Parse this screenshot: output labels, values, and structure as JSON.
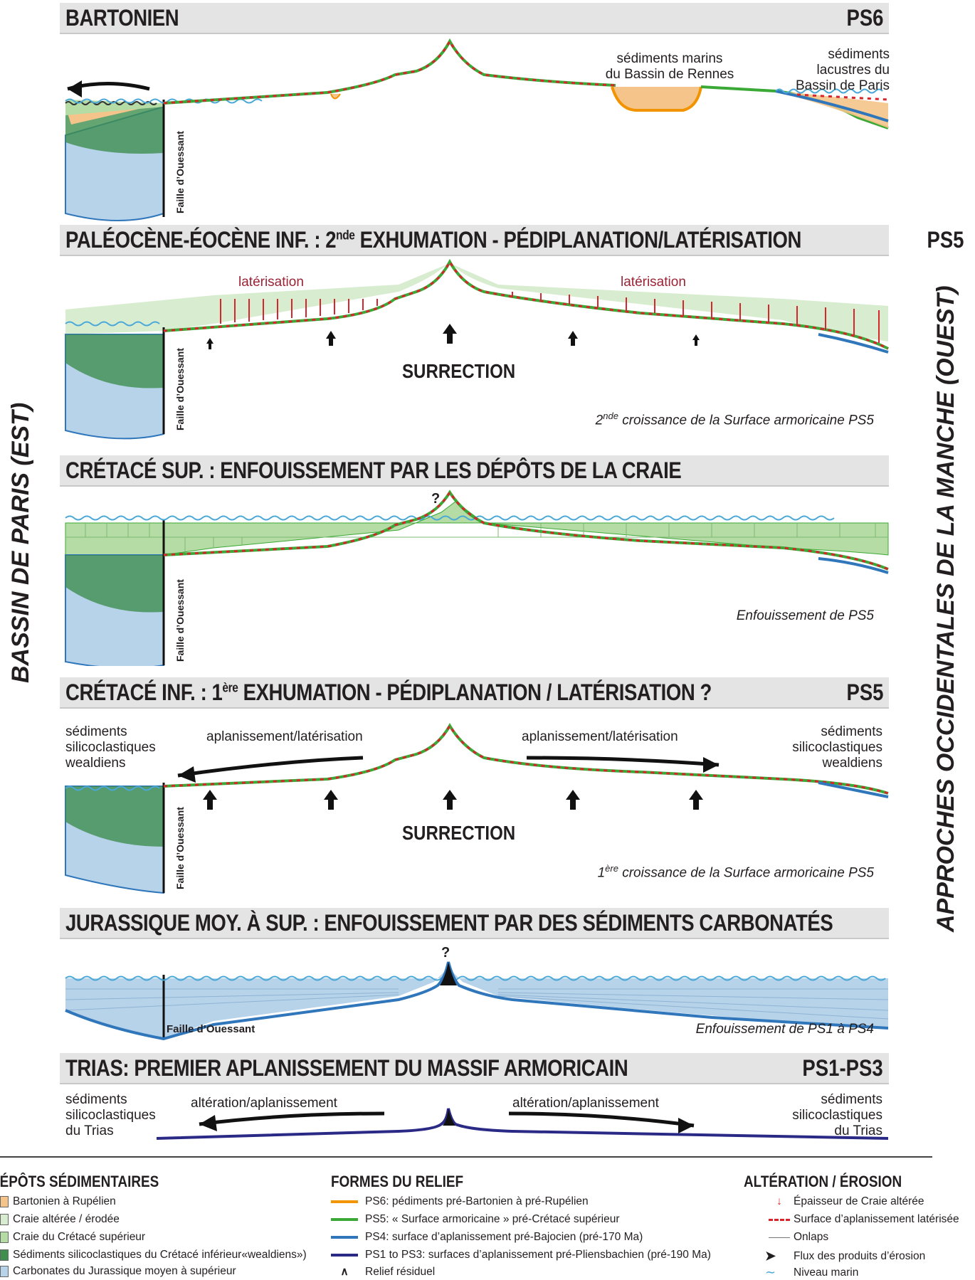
{
  "side_left": "BASSIN DE PARIS (EST)",
  "side_right": "APPROCHES OCCIDENTALES DE LA MANCHE (OUEST)",
  "fault_label": "Faille d’Ouessant",
  "panels": [
    {
      "title": "BARTONIEN",
      "code": "PS6",
      "labels": {
        "rennes": "sédiments marins\ndu Bassin de Rennes",
        "paris": "sédiments\nlacustres du\nBassin de Paris"
      }
    },
    {
      "title_a": "PALÉOCÈNE-ÉOCÈNE INF. : 2",
      "title_sup": "nde",
      "title_b": " EXHUMATION - PÉDIPLANATION/LATÉRISATION",
      "code": "PS5",
      "lat_left": "latérisation",
      "lat_right": "latérisation",
      "uplift": "SURRECTION",
      "caption_a": "2",
      "caption_sup": "nde",
      "caption_b": " croissance de la Surface armoricaine PS5"
    },
    {
      "title": "CRÉTACÉ SUP. : ENFOUISSEMENT PAR LES DÉPÔTS DE LA CRAIE",
      "code": "",
      "question": "?",
      "caption": "Enfouissement de PS5"
    },
    {
      "title_a": "CRÉTACÉ INF. : 1",
      "title_sup": "ère",
      "title_b": " EXHUMATION - PÉDIPLANATION / LATÉRISATION ?",
      "code": "PS5",
      "left_sed": "sédiments\nsilicoclastiques\nwealdiens",
      "right_sed": "sédiments\nsilicoclastiques\nwealdiens",
      "flow_left": "aplanissement/latérisation",
      "flow_right": "aplanissement/latérisation",
      "uplift": "SURRECTION",
      "caption_a": "1",
      "caption_sup": "ère",
      "caption_b": " croissance de la Surface armoricaine PS5"
    },
    {
      "title": "JURASSIQUE MOY. À SUP. : ENFOUISSEMENT PAR DES SÉDIMENTS CARBONATÉS",
      "code": "",
      "question": "?",
      "caption": "Enfouissement de PS1 à PS4"
    },
    {
      "title": "TRIAS: PREMIER APLANISSEMENT DU MASSIF ARMORICAIN",
      "code": "PS1-PS3",
      "left_sed": "sédiments\nsilicoclastiques\ndu Trias",
      "right_sed": "sédiments\nsilicoclastiques\ndu Trias",
      "flow_left": "altération/aplanissement",
      "flow_right": "altération/aplanissement"
    }
  ],
  "legend": {
    "deposits_title": "DÉPÔTS SÉDIMENTAIRES",
    "deposits": [
      {
        "label": "Bartonien à Rupélien",
        "color": "#f5c48a"
      },
      {
        "label": "Craie altérée / érodée",
        "color": "#d8ecd0"
      },
      {
        "label": "Craie du Crétacé supérieur",
        "color": "#b5dca4"
      },
      {
        "label": "Sédiments silicoclastiques du Crétacé inférieur«wealdiens»)",
        "color": "#3f8f4f"
      },
      {
        "label": "Carbonates du Jurassique moyen à supérieur",
        "color": "#b6d3ea"
      }
    ],
    "relief_title": "FORMES DU RELIEF",
    "relief": [
      {
        "label": "PS6: pédiments pré-Bartonien à pré-Rupélien",
        "color": "#f29400"
      },
      {
        "label": "PS5: « Surface armoricaine » pré-Crétacé supérieur",
        "color": "#3aa935"
      },
      {
        "label": "PS4:  surface d’aplanissement pré-Bajocien (pré-170 Ma)",
        "color": "#2f76bb"
      },
      {
        "label": "PS1 to PS3: surfaces d’aplanissement pré-Pliensbachien (pré-190 Ma)",
        "color": "#2a2a86"
      },
      {
        "label": "Relief résiduel",
        "color": "#000000"
      }
    ],
    "alteration_title": "ALTÉRATION / ÉROSION",
    "alteration": [
      {
        "label": "Épaisseur de Craie altérée"
      },
      {
        "label": "Surface d’aplanissement latérisée"
      },
      {
        "label": "Onlaps"
      },
      {
        "label": "Flux des produits d’érosion"
      },
      {
        "label": "Niveau marin"
      }
    ]
  }
}
